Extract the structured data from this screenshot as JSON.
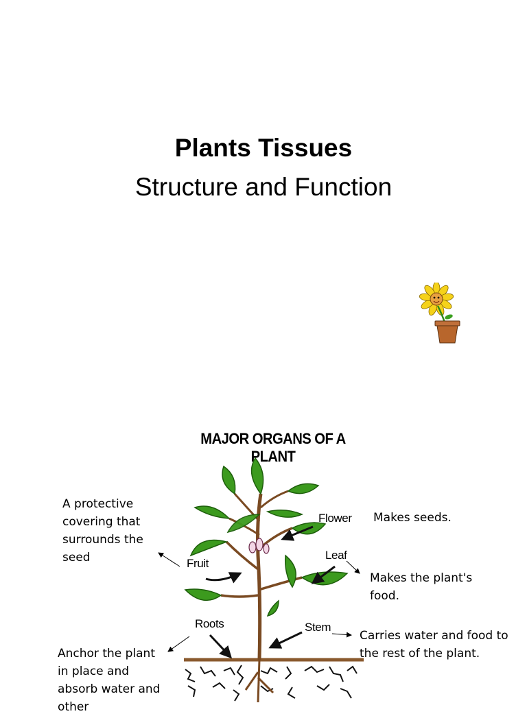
{
  "slide": {
    "title": "Plants Tissues",
    "subtitle": "Structure and Function"
  },
  "figure": {
    "title": "MAJOR ORGANS OF A PLANT",
    "labels": {
      "flower": "Flower",
      "leaf": "Leaf",
      "fruit": "Fruit",
      "roots": "Roots",
      "stem": "Stem"
    }
  },
  "descriptions": {
    "fruit": "A protective covering that surrounds the seed",
    "flower": "Makes seeds.",
    "leaf": "Makes the plant's food.",
    "stem": "Carries water and food to the rest of the plant.",
    "roots": "Anchor the plant in place and absorb water and other"
  },
  "colors": {
    "leaf_green": "#3c9a1e",
    "leaf_dark": "#1e5e0c",
    "stem_brown": "#7a4a22",
    "soil_line": "#8a5a2e",
    "pot": "#b8662c",
    "petal": "#f5d21a"
  }
}
